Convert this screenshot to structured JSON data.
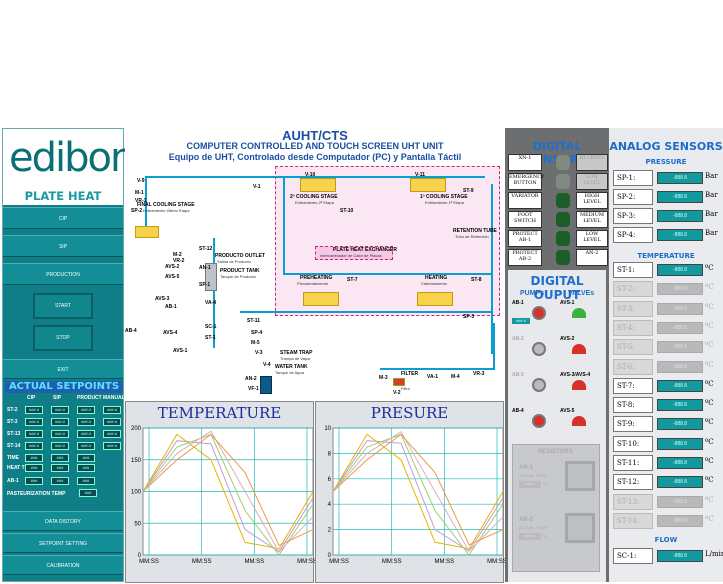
{
  "brand": {
    "logo_text": "edibon",
    "subtitle": "PLATE HEAT EXCHANGER"
  },
  "left_menu": {
    "cip": "CIP",
    "sip": "SIP",
    "production": "PRODUCTION",
    "start": "START",
    "stop": "STOP",
    "exit": "EXIT"
  },
  "setpoints": {
    "title": "ACTUAL SETPOINTS",
    "columns": [
      "CIP",
      "SIP",
      "PRODUCT",
      "MANUAL"
    ],
    "rows": [
      {
        "label": "ST-2",
        "values": [
          "###.#",
          "###.#",
          "###.#",
          "###.#"
        ]
      },
      {
        "label": "ST-3",
        "values": [
          "###.#",
          "###.#",
          "###.#",
          "###.#"
        ]
      },
      {
        "label": "ST-13",
        "values": [
          "###.#",
          "###.#",
          "###.#",
          "###.#"
        ]
      },
      {
        "label": "ST-14",
        "values": [
          "###.#",
          "###.#",
          "###.#",
          "###.#"
        ]
      },
      {
        "label": "TIME",
        "values": [
          "###",
          "###",
          "###"
        ]
      },
      {
        "label": "HEAT TIME",
        "values": [
          "###",
          "###",
          "###"
        ]
      },
      {
        "label": "AB-1",
        "values": [
          "###",
          "###",
          "###"
        ]
      }
    ],
    "pasteurization_label": "PASTEURIZATION TEMP",
    "pasteurization_value": "###"
  },
  "bottom_menu": {
    "data_history": "DATA DISTORY",
    "setpoint_setting": "SETPOINT SETTING",
    "calibration": "CALIBRATION"
  },
  "header": {
    "title": "AUHT/CTS",
    "line2": "COMPUTER CONTROLLED AND TOUCH SCREEN UHT UNIT",
    "line3": "Equipo de UHT, Controlado desde Computador (PC) y Pantalla Táctil"
  },
  "diagram": {
    "labels": [
      "V-9",
      "M-1",
      "VR-1",
      "SP-2",
      "V-1",
      "V-10",
      "V-11",
      "ST-9",
      "ST-10",
      "ST-12",
      "M-2",
      "VR-2",
      "AVS-2",
      "AN-1",
      "AVS-5",
      "SP-1",
      "AVS-3",
      "AB-1",
      "VA-4",
      "AB-4",
      "AVS-4",
      "SC-1",
      "ST-1",
      "AVS-1",
      "ST-11",
      "SP-4",
      "M-5",
      "V-3",
      "V-4",
      "AN-2",
      "VF-1",
      "ST-7",
      "ST-8",
      "SP-3",
      "M-3",
      "V-2",
      "VA-1",
      "M-4",
      "VR-3"
    ],
    "stage_labels": {
      "final_cooling": "FINAL COOLING STAGE",
      "final_cooling_es": "Enfriamiento Último Etapa",
      "product_outlet": "PRODUCTO OUTLET",
      "product_outlet_es": "Salida de Producto",
      "product_tank": "PRODUCT TANK",
      "product_tank_es": "Tanque de Producto",
      "cooling2": "2º COOLING STAGE",
      "cooling2_es": "Enfriamiento 2ª Etapa",
      "cooling1": "1º COOLING STAGE",
      "cooling1_es": "Enfriamiento 1ª Etapa",
      "retention": "RETENTION TUBE",
      "retention_es": "Tubo de Retención",
      "plate_hx": "PLATE HEAT EXCHANGER",
      "plate_hx_es": "Intercambiador de Calor de Placas",
      "preheating": "PREHEATING",
      "preheating_es": "Precalentamiento",
      "heating": "HEATING",
      "heating_es": "Calentamiento",
      "steam_trap": "STEAM TRAP",
      "steam_trap_es": "Trampa de Vapor",
      "water_tank": "WATER TANK",
      "water_tank_es": "Tanque de Agua",
      "filter": "FILTER",
      "filter_es": "Filtro"
    }
  },
  "charts": [
    {
      "title": "TEMPERATURE",
      "yticks": [
        "200",
        "150",
        "100",
        "50",
        "0"
      ],
      "xticks": [
        "MM:SS",
        "MM:SS",
        "MM:SS",
        "MM:SS"
      ]
    },
    {
      "title": "PRESURE",
      "yticks": [
        "10",
        "8",
        "6",
        "4",
        "2",
        "0"
      ],
      "xticks": [
        "MM:SS",
        "MM:SS",
        "MM:SS",
        "MM:SS"
      ]
    }
  ],
  "chart_data": [
    {
      "type": "line",
      "title": "TEMPERATURE",
      "ylim": [
        0,
        200
      ],
      "x": [
        "MM:SS",
        "MM:SS",
        "MM:SS",
        "MM:SS"
      ],
      "series": [
        {
          "values": [
            100,
            190,
            150,
            20,
            10,
            100
          ]
        },
        {
          "values": [
            100,
            180,
            175,
            40,
            5,
            90
          ]
        },
        {
          "values": [
            100,
            170,
            190,
            70,
            0,
            80
          ]
        },
        {
          "values": [
            100,
            160,
            195,
            100,
            5,
            60
          ]
        },
        {
          "values": [
            100,
            150,
            190,
            130,
            15,
            40
          ]
        }
      ],
      "colors": [
        "#e8b400",
        "#c89ad8",
        "#9ad26a",
        "#d8b0c0",
        "#ef9a48"
      ]
    },
    {
      "type": "line",
      "title": "PRESURE",
      "ylim": [
        0,
        10
      ],
      "x": [
        "MM:SS",
        "MM:SS",
        "MM:SS",
        "MM:SS"
      ],
      "series": [
        {
          "values": [
            5,
            9.5,
            7.5,
            1,
            0.5,
            5
          ]
        },
        {
          "values": [
            5,
            9,
            8.8,
            2,
            0.3,
            4.5
          ]
        },
        {
          "values": [
            5,
            8.5,
            9.5,
            3.5,
            0,
            4
          ]
        },
        {
          "values": [
            5,
            8,
            9.7,
            5,
            0.3,
            3
          ]
        },
        {
          "values": [
            5,
            7.5,
            9.5,
            6.5,
            0.8,
            2
          ]
        }
      ],
      "colors": [
        "#e8b400",
        "#c89ad8",
        "#9ad26a",
        "#d8b0c0",
        "#ef9a48"
      ]
    }
  ],
  "digital_sensors": {
    "title": "DIGITAL SENSORS",
    "rows": [
      {
        "name": "XN-1",
        "value": "HI LEVEL",
        "led": "off",
        "dim": true
      },
      {
        "name": "EMERGENCY BUTTON",
        "value": "LOW LEVEL",
        "led": "off",
        "dim": true
      },
      {
        "name": "VARIATOR",
        "value": "HIGH LEVEL",
        "led": "on",
        "dim": false
      },
      {
        "name": "FOOT SWITCH",
        "value": "MEDIUM LEVEL",
        "led": "on",
        "dim": false
      },
      {
        "name": "PROTECT AB-1",
        "value": "LOW LEVEL",
        "led": "on",
        "dim": false
      },
      {
        "name": "PROTECT AB-2",
        "value": "AN-2",
        "led": "on",
        "dim": false
      }
    ]
  },
  "digital_outputs": {
    "title": "DIGITAL OUPUT",
    "pumps_label": "PUMPs",
    "valves_label": "VALVEs",
    "pumps": [
      "AB-1",
      "AB-2",
      "AB-3",
      "AB-4"
    ],
    "pump_value": "###.#",
    "valves": [
      "AVS-1",
      "AVS-2",
      "AVS-3/AVS-4",
      "AVS-5"
    ],
    "resistors_label": "RESISTORS",
    "resistors": [
      {
        "name": "AR-1",
        "sub": "ACTUAL TEMP",
        "value": "###.#",
        "unit": "ºC"
      },
      {
        "name": "AR-2",
        "sub": "ACTUAL TEMP",
        "value": "###.#",
        "unit": "ºC"
      }
    ]
  },
  "analog_sensors": {
    "title": "ANALOG SENSORS",
    "pressure_label": "PRESSURE",
    "pressure": [
      {
        "name": "SP-1:",
        "value": "-888.8",
        "unit": "Bar"
      },
      {
        "name": "SP-2:",
        "value": "-888.8",
        "unit": "Bar"
      },
      {
        "name": "SP-3:",
        "value": "-888.8",
        "unit": "Bar"
      },
      {
        "name": "SP-4:",
        "value": "-888.8",
        "unit": "Bar"
      }
    ],
    "temperature_label": "TEMPERATURE",
    "temperature": [
      {
        "name": "ST-1:",
        "value": "-888.8",
        "unit": "ºC",
        "dim": false
      },
      {
        "name": "ST-2:",
        "value": "-888.8",
        "unit": "ºC",
        "dim": true
      },
      {
        "name": "ST-3:",
        "value": "-888.8",
        "unit": "ºC",
        "dim": true
      },
      {
        "name": "ST-4:",
        "value": "-888.8",
        "unit": "ºC",
        "dim": true
      },
      {
        "name": "ST-5:",
        "value": "-888.8",
        "unit": "ºC",
        "dim": true
      },
      {
        "name": "ST-6:",
        "value": "-888.8",
        "unit": "ºC",
        "dim": true
      },
      {
        "name": "ST-7:",
        "value": "-888.8",
        "unit": "ºC",
        "dim": false
      },
      {
        "name": "ST-8:",
        "value": "-888.8",
        "unit": "ºC",
        "dim": false
      },
      {
        "name": "ST-9:",
        "value": "-888.8",
        "unit": "ºC",
        "dim": false
      },
      {
        "name": "ST-10:",
        "value": "-888.8",
        "unit": "ºC",
        "dim": false
      },
      {
        "name": "ST-11:",
        "value": "-888.8",
        "unit": "ºC",
        "dim": false
      },
      {
        "name": "ST-12:",
        "value": "-888.8",
        "unit": "ºC",
        "dim": false
      },
      {
        "name": "ST-13:",
        "value": "-888.8",
        "unit": "ºC",
        "dim": true
      },
      {
        "name": "ST-14:",
        "value": "-888.8",
        "unit": "ºC",
        "dim": true
      }
    ],
    "flow_label": "FLOW",
    "flow": [
      {
        "name": "SC-1:",
        "value": "-888.8",
        "unit": "L/min"
      }
    ]
  }
}
